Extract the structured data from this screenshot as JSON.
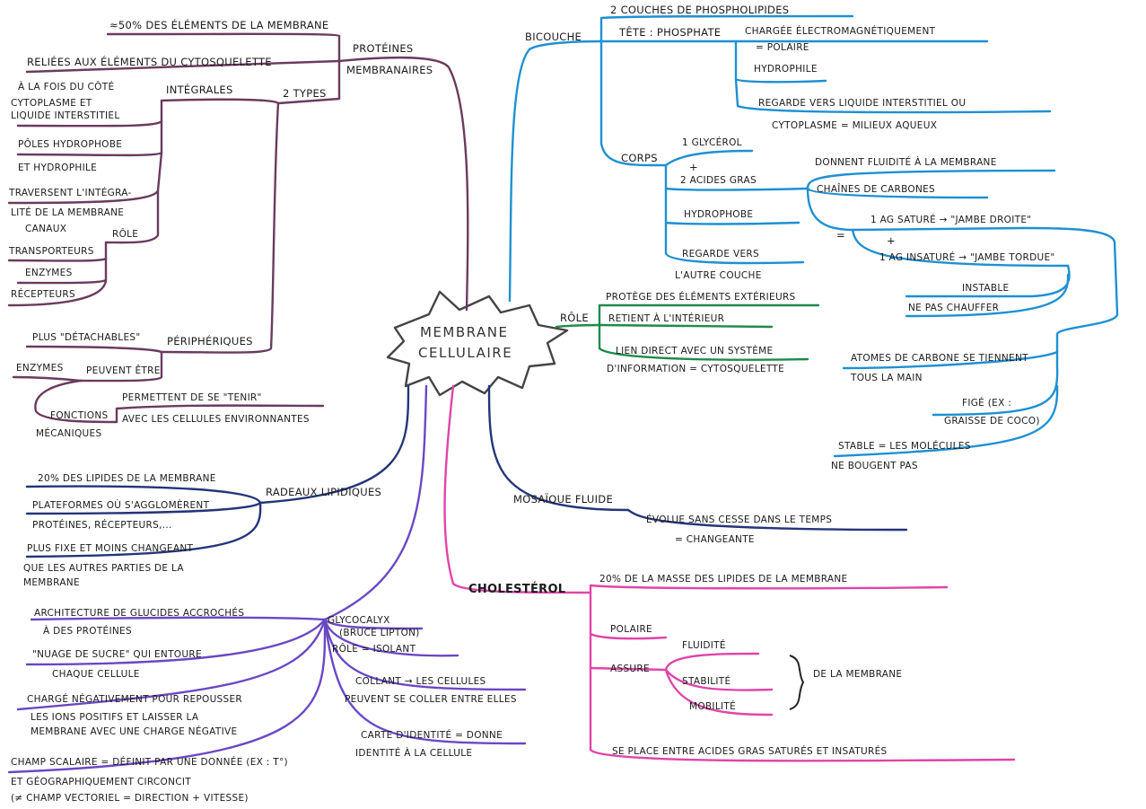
{
  "colors": {
    "proteines": "#6a3b5e",
    "bicouche": "#1e90d2",
    "role": "#1f8a4c",
    "radeaux": "#24357a",
    "glycocalyx": "#6a48c4",
    "cholesterol": "#e045a8",
    "mosaique": "#24357a",
    "center": "#444444"
  },
  "center": {
    "line1": "MEMBRANE",
    "line2": "CELLULAIRE"
  },
  "proteines": {
    "title1": "PROTÉINES",
    "title2": "MEMBRANAIRES",
    "pct": "≈50% DES ÉLÉMENTS DE LA MEMBRANE",
    "reliees": "RELIÉES AUX ÉLÉMENTS DU CYTOSQUELETTE",
    "deux_types": "2 TYPES",
    "integrales": "INTÉGRALES",
    "i1a": "À LA FOIS DU CÔTÉ",
    "i1b": "CYTOPLASME ET",
    "i1c": "LIQUIDE INTERSTITIEL",
    "i2a": "PÔLES HYDROPHOBE",
    "i2b": "ET HYDROPHILE",
    "i3a": "TRAVERSENT L'INTÉGRA-",
    "i3b": "LITÉ DE LA MEMBRANE",
    "role": "RÔLE",
    "r1a": "CANAUX",
    "r1b": "TRANSPORTEURS",
    "r2": "ENZYMES",
    "r3": "RÉCEPTEURS",
    "peripheriques": "PÉRIPHÉRIQUES",
    "p1": "PLUS \"DÉTACHABLES\"",
    "peuvent": "PEUVENT ÊTRE",
    "p2": "ENZYMES",
    "fonctions": "FONCTIONS",
    "mecaniques": "MÉCANIQUES",
    "p3a": "PERMETTENT DE SE \"TENIR\"",
    "p3b": "AVEC LES CELLULES ENVIRONNANTES"
  },
  "bicouche": {
    "title": "BICOUCHE",
    "couches": "2 COUCHES DE PHOSPHOLIPIDES",
    "tete": "TÊTE : PHOSPHATE",
    "t1a": "CHARGÉE ÉLECTROMAGNÉTIQUEMENT",
    "t1b": "= POLAIRE",
    "t2": "HYDROPHILE",
    "t3a": "REGARDE VERS LIQUIDE INTERSTITIEL OU",
    "t3b": "CYTOPLASME = MILIEUX AQUEUX",
    "corps": "CORPS",
    "c1": "1 GLYCÉROL",
    "plus": "+",
    "c2": "2 ACIDES GRAS",
    "c3": "HYDROPHOBE",
    "c4a": "REGARDE VERS",
    "c4b": "L'AUTRE COUCHE",
    "fluid": "DONNENT FLUIDITÉ À LA MEMBRANE",
    "chaines": "CHAÎNES DE CARBONES",
    "eq": "=",
    "sature": "1 AG SATURÉ → \"JAMBE DROITE\"",
    "insature": "1 AG INSATURÉ → \"JAMBE TORDUE\"",
    "instable": "INSTABLE",
    "chauffer": "NE PAS CHAUFFER",
    "atomes1": "ATOMES DE CARBONE SE TIENNENT",
    "atomes2": "TOUS LA MAIN",
    "fige1": "FIGÉ (EX :",
    "fige2": "GRAISSE DE COCO)",
    "stable1": "STABLE = LES MOLÉCULES",
    "stable2": "NE BOUGENT PAS"
  },
  "role": {
    "title": "RÔLE",
    "r1": "PROTÈGE DES ÉLÉMENTS EXTÉRIEURS",
    "r2": "RETIENT À L'INTÉRIEUR",
    "r3a": "LIEN DIRECT AVEC UN SYSTÈME",
    "r3b": "D'INFORMATION = CYTOSQUELETTE"
  },
  "radeaux": {
    "title": "RADEAUX LIPIDIQUES",
    "r1": "20% DES LIPIDES DE LA MEMBRANE",
    "r2a": "PLATEFORMES OÙ S'AGGLOMÈRENT",
    "r2b": "PROTÉINES, RÉCEPTEURS,...",
    "r3a": "PLUS FIXE ET MOINS CHANGEANT",
    "r3b": "QUE LES AUTRES PARTIES DE LA",
    "r3c": "MEMBRANE"
  },
  "mosaique": {
    "title": "MOSAÏQUE FLUIDE",
    "m1a": "ÉVOLUE SANS CESSE DANS LE TEMPS",
    "m1b": "= CHANGEANTE"
  },
  "glycocalyx": {
    "title": "GLYCOCALYX",
    "sub": "(BRUCE LIPTON)",
    "role": "RÔLE = ISOLANT",
    "g1a": "ARCHITECTURE DE GLUCIDES ACCROCHÉS",
    "g1b": "À DES PROTÉINES",
    "g2a": "\"NUAGE DE SUCRE\" QUI ENTOURE",
    "g2b": "CHAQUE CELLULE",
    "g3a": "CHARGÉ NÉGATIVEMENT POUR REPOUSSER",
    "g3b": "LES IONS POSITIFS ET LAISSER LA",
    "g3c": "MEMBRANE AVEC UNE CHARGE NÉGATIVE",
    "g4a": "CHAMP SCALAIRE = DÉFINIT PAR UNE DONNÉE (EX : T°)",
    "g4b": "ET GÉOGRAPHIQUEMENT CIRCONCIT",
    "g4c": "(≠ CHAMP VECTORIEL = DIRECTION + VITESSE)",
    "c1a": "COLLANT → LES CELLULES",
    "c1b": "PEUVENT SE COLLER ENTRE ELLES",
    "c2a": "CARTE D'IDENTITÉ = DONNE",
    "c2b": "IDENTITÉ À LA CELLULE"
  },
  "cholesterol": {
    "title": "CHOLESTÉROL",
    "c1": "20% DE LA MASSE DES LIPIDES DE LA MEMBRANE",
    "c2": "POLAIRE",
    "assure": "ASSURE",
    "a1": "FLUIDITÉ",
    "a2": "STABILITÉ",
    "a3": "MOBILITÉ",
    "de_la": "DE LA MEMBRANE",
    "c4": "SE PLACE ENTRE ACIDES GRAS SATURÉS ET INSATURÉS"
  }
}
